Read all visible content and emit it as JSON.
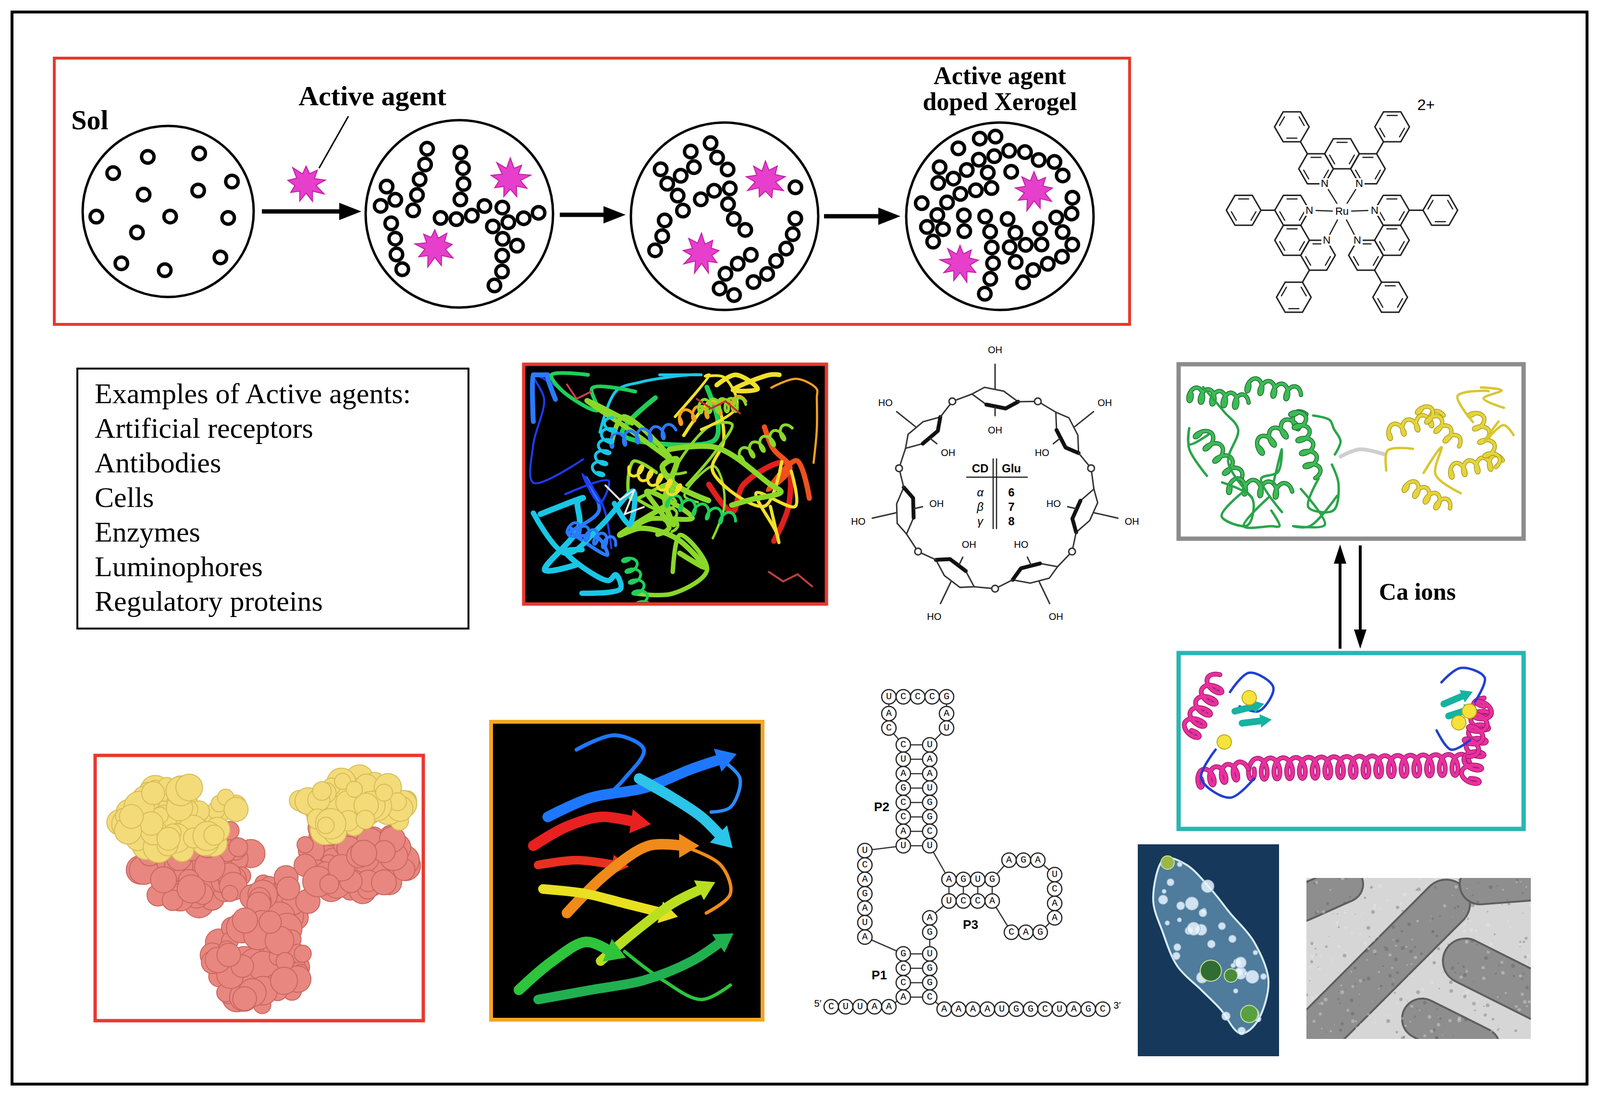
{
  "diagram": {
    "nodes": [
      {
        "text": [
          "Examples of Active agents:",
          "Artificial receptors",
          "Antibodies",
          "Cells",
          "Enzymes",
          "Luminophores",
          "Regulatory proteins"
        ]
      }
    ],
    "labels": [
      "Sol",
      "Active agent",
      "Active agent doped Xerogel",
      "2+",
      "Ru",
      "N",
      "N",
      "N",
      "N",
      "N",
      "N",
      "CD",
      "Glu",
      "α",
      "β",
      "γ",
      "6",
      "7",
      "8",
      "OH",
      "OH",
      "OH",
      "OH",
      "HO",
      "HO",
      "HO",
      "OH",
      "HO",
      "HO",
      "HO",
      "OH",
      "OH",
      "OH",
      "Ca ions",
      "P1",
      "P2",
      "P3",
      "5′",
      "3′",
      "CUUAA",
      "GCCA",
      "UCAGAUA",
      "CUAGCCAU",
      "AC",
      "UCCCG",
      "AU",
      "UAAUGGCU",
      "AGUG",
      "AGA",
      "UCAA",
      "CAG",
      "UCCA",
      "AG",
      "UGGC",
      "AAAAUGGCUAGC"
    ]
  }
}
